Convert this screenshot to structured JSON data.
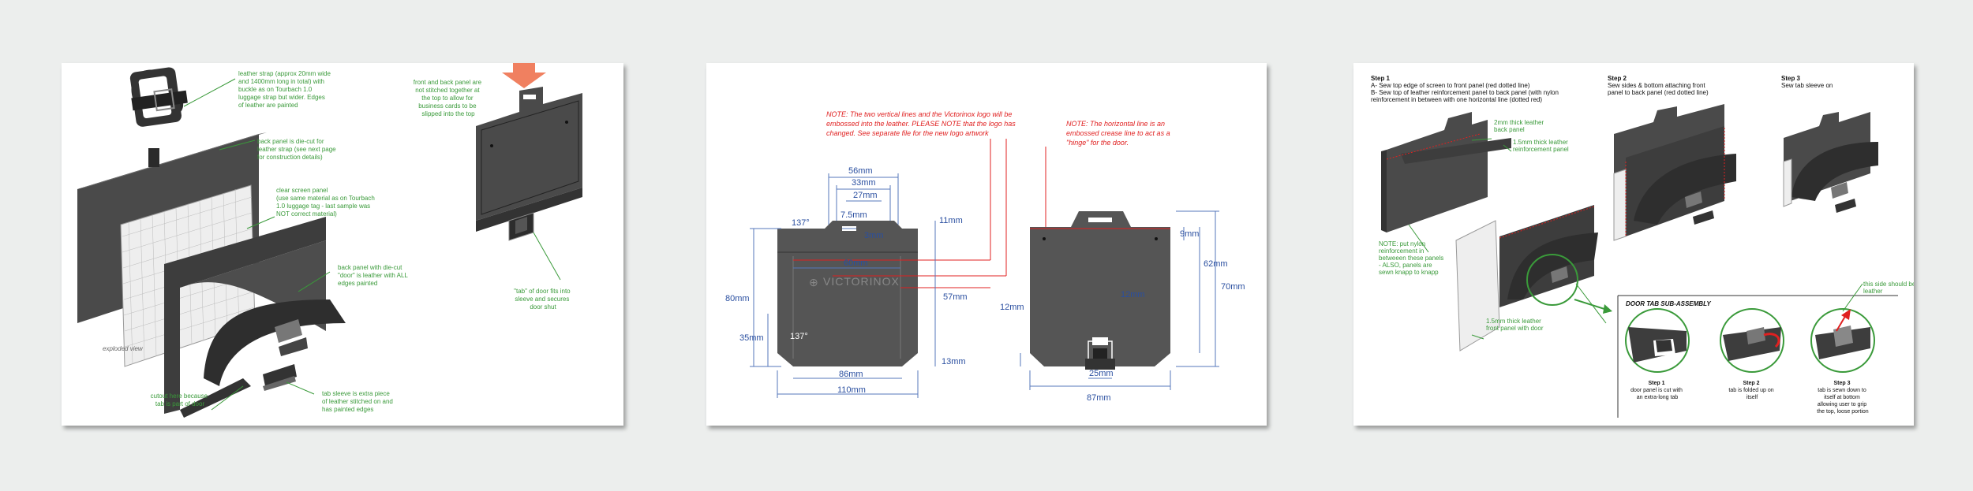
{
  "sheets": {
    "exploded": {
      "notes": {
        "strap": [
          "leather strap (approx 20mm wide",
          "and 1400mm long in total) with",
          "buckle as on Tourbach 1.0",
          "luggage strap but wider.  Edges",
          "of leather are painted"
        ],
        "back_panel": [
          "back panel is die-cut for",
          "leather strap (see next page",
          "for construction details)"
        ],
        "screen": [
          "clear screen panel",
          "(use same material as on Tourbach",
          "1.0 luggage tag - last sample was",
          "NOT correct material)"
        ],
        "door_panel": [
          "back panel with die-cut",
          "\"door\" is leather with ALL",
          "edges painted"
        ],
        "cutout": [
          "cutout here because",
          "tab is part of door"
        ],
        "sleeve": [
          "tab sleeve is extra piece",
          "of leather stitched on and",
          "has painted edges"
        ],
        "exploded_view": "exploded view",
        "front_back": [
          "front and back panel are",
          "not stitched together at",
          "the top to allow for",
          "business cards to be",
          "slipped into the top"
        ],
        "tab": [
          "\"tab\" of door fits into",
          "sleeve and secures",
          "door shut"
        ]
      }
    },
    "dimensions": {
      "note_logo": [
        "NOTE: The two vertical lines and the Victorinox logo will be",
        "embossed into the leather. PLEASE NOTE that the logo has",
        "changed.  See separate file for the new logo artwork"
      ],
      "note_hinge": [
        "NOTE: The horizontal line is an",
        "embossed crease line to act as a",
        "\"hinge\" for the door."
      ],
      "logo": "VICTORINOX",
      "front": {
        "d56": "56mm",
        "d33": "33mm",
        "d27": "27mm",
        "d75": "7.5mm",
        "d3": "3mm",
        "a137top": "137°",
        "a137bot": "137°",
        "d60": "60mm",
        "d80": "80mm",
        "d35": "35mm",
        "d11": "11mm",
        "d57": "57mm",
        "d13": "13mm",
        "d86": "86mm",
        "d110": "110mm"
      },
      "back": {
        "d9": "9mm",
        "d62": "62mm",
        "d70": "70mm",
        "d12a": "12mm",
        "d12b": "12mm",
        "d25": "25mm",
        "d87": "87mm"
      }
    },
    "steps": {
      "step1": {
        "title": "Step 1",
        "lines": [
          "A- Sew top edge of screen to front panel (red dotted line)",
          "B- Sew top of leather reinforcement panel to back panel (with nylon",
          "reinforcement in between with one horizontal line (dotted red)"
        ]
      },
      "step2": {
        "title": "Step 2",
        "lines": [
          "Sew sides & bottom attaching front",
          "panel to back panel (red dotted line)"
        ]
      },
      "step3": {
        "title": "Step 3",
        "lines": [
          "Sew tab sleeve on"
        ]
      },
      "callouts": {
        "back": [
          "2mm thick leather",
          "back panel"
        ],
        "reinf": [
          "1.5mm thick leather",
          "reinforcement panel"
        ],
        "nylon": [
          "NOTE: put nylon",
          "reinforcement in",
          "betweeen these panels",
          "- ALSO, panels are",
          "sewn knapp to knapp"
        ],
        "front": [
          "1.5mm thick leather",
          "front panel with door"
        ]
      },
      "subassembly": {
        "title": "DOOR TAB SUB-ASSEMBLY",
        "raw_note": [
          "this side should be raw",
          "leather"
        ],
        "s1": {
          "title": "Step 1",
          "lines": [
            "door panel is cut with",
            "an extra-long tab"
          ]
        },
        "s2": {
          "title": "Step 2",
          "lines": [
            "tab is folded up on",
            "itself"
          ]
        },
        "s3": {
          "title": "Step 3",
          "lines": [
            "tab is sewn down to",
            "itself at bottom",
            "allowing user to grip",
            "the top, loose portion"
          ]
        }
      }
    }
  }
}
